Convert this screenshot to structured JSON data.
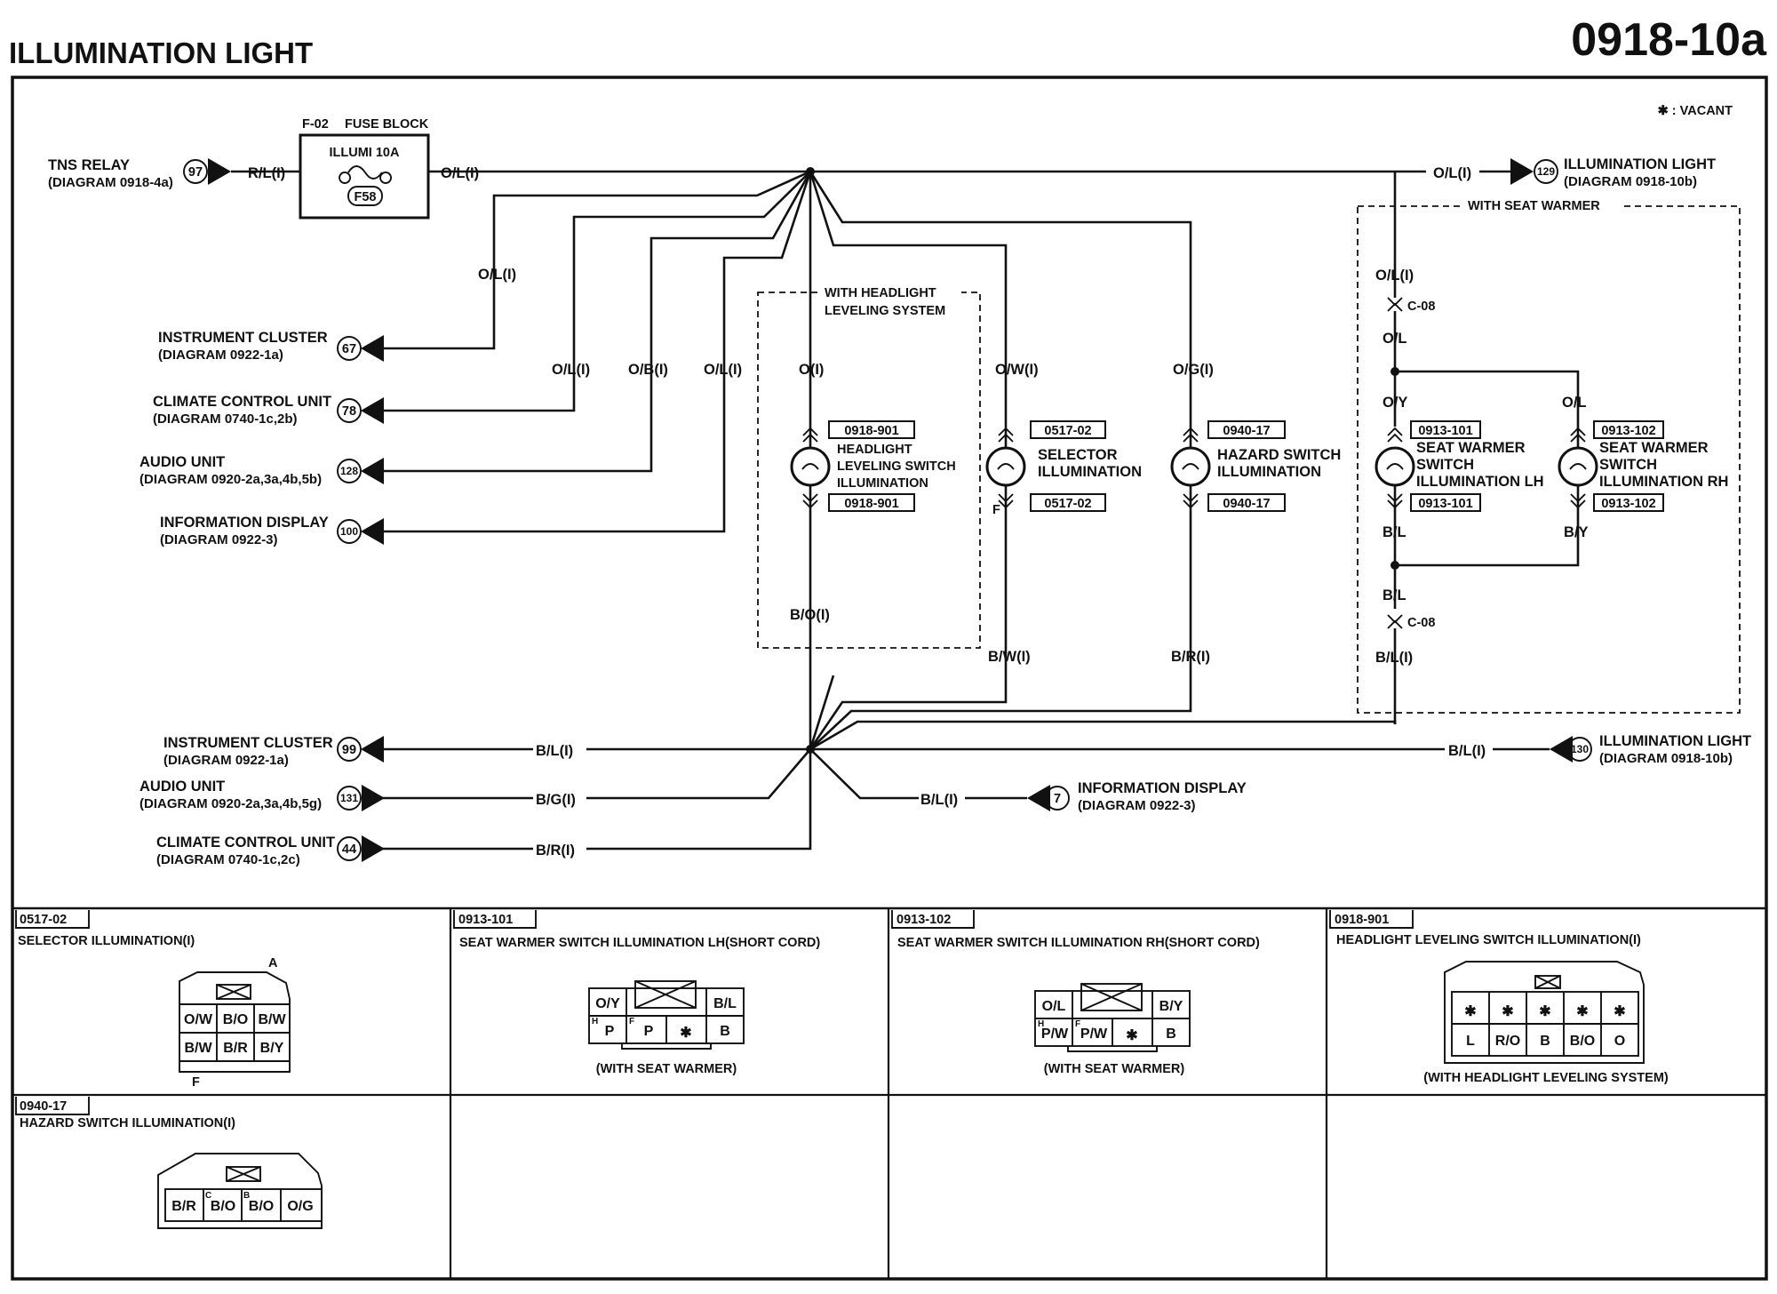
{
  "title": "ILLUMINATION LIGHT",
  "diagram_number": "0918-10a",
  "vacant_note": "✱ : VACANT",
  "fuse": {
    "id": "F-02",
    "name": "FUSE BLOCK",
    "rating": "ILLUMI 10A",
    "code": "F58"
  },
  "power_sources": [
    {
      "name": "TNS RELAY",
      "ref": "(DIAGRAM 0918-4a)",
      "terminal": "97",
      "wire": "R/L(I)"
    },
    {
      "name": "ILLUMINATION LIGHT",
      "ref": "(DIAGRAM 0918-10b)",
      "terminal": "129",
      "wire": "O/L(I)"
    }
  ],
  "wire_labels": {
    "fuse_out": "O/L(I)",
    "ic_feed": "O/L(I)",
    "ccu_feed": "O/L(I)",
    "audio_feed": "O/B(I)",
    "info_feed": "O/L(I)",
    "headlight_feed": "O(I)",
    "selector_feed": "O/W(I)",
    "hazard_feed": "O/G(I)",
    "headlight_ground": "B/O(I)",
    "selector_ground": "B/W(I)",
    "hazard_ground": "B/R(I)",
    "ic_ground": "B/L(I)",
    "audio_ground": "B/G(I)",
    "ccu_ground": "B/R(I)",
    "info_ground": "B/L(I)",
    "illum_ground": "B/L(I)",
    "seat_feed_top": "O/L(I)",
    "seat_feed_mid": "O/L",
    "seat_lh_in": "O/Y",
    "seat_rh_in": "O/L",
    "seat_lh_out": "B/L",
    "seat_rh_out": "B/Y",
    "seat_gnd_mid": "B/L",
    "seat_gnd_bot": "B/L(I)"
  },
  "outputs": [
    {
      "name": "INSTRUMENT CLUSTER",
      "ref": "(DIAGRAM 0922-1a)",
      "terminal": "67"
    },
    {
      "name": "CLIMATE CONTROL UNIT",
      "ref": "(DIAGRAM 0740-1c,2b)",
      "terminal": "78"
    },
    {
      "name": "AUDIO UNIT",
      "ref": "(DIAGRAM 0920-2a,3a,4b,5b)",
      "terminal": "128"
    },
    {
      "name": "INFORMATION DISPLAY",
      "ref": "(DIAGRAM 0922-3)",
      "terminal": "100"
    }
  ],
  "grounds": [
    {
      "name": "INSTRUMENT CLUSTER",
      "ref": "(DIAGRAM 0922-1a)",
      "terminal": "99"
    },
    {
      "name": "AUDIO UNIT",
      "ref": "(DIAGRAM 0920-2a,3a,4b,5g)",
      "terminal": "131"
    },
    {
      "name": "CLIMATE CONTROL UNIT",
      "ref": "(DIAGRAM 0740-1c,2c)",
      "terminal": "44"
    },
    {
      "name": "INFORMATION DISPLAY",
      "ref": "(DIAGRAM 0922-3)",
      "terminal": "7"
    },
    {
      "name": "ILLUMINATION LIGHT",
      "ref": "(DIAGRAM 0918-10b)",
      "terminal": "130"
    }
  ],
  "groups": {
    "headlight": [
      "WITH HEADLIGHT",
      "LEVELING SYSTEM"
    ],
    "seat": "WITH SEAT WARMER"
  },
  "connector_refs": {
    "c08": "C-08",
    "c08b": "C-08"
  },
  "components": {
    "headlight": {
      "conn": "0918-901",
      "conn2": "0918-901",
      "lines": [
        "HEADLIGHT",
        "LEVELING SWITCH",
        "ILLUMINATION"
      ]
    },
    "selector": {
      "conn": "0517-02",
      "conn2": "0517-02",
      "lines": [
        "SELECTOR",
        "ILLUMINATION"
      ],
      "pin_mark": "F"
    },
    "hazard": {
      "conn": "0940-17",
      "conn2": "0940-17",
      "lines": [
        "HAZARD SWITCH",
        "ILLUMINATION"
      ]
    },
    "seat_lh": {
      "conn": "0913-101",
      "conn2": "0913-101",
      "lines": [
        "SEAT WARMER",
        "SWITCH",
        "ILLUMINATION LH"
      ]
    },
    "seat_rh": {
      "conn": "0913-102",
      "conn2": "0913-102",
      "lines": [
        "SEAT WARMER",
        "SWITCH",
        "ILLUMINATION RH"
      ]
    }
  },
  "connector_views": [
    {
      "id": "0517-02",
      "title": "SELECTOR ILLUMINATION(I)",
      "mark_top": "A",
      "mark_bottom": "F",
      "pins": [
        "O/W",
        "B/O",
        "B/W",
        "B/W",
        "B/R",
        "B/Y"
      ]
    },
    {
      "id": "0913-101",
      "title": "SEAT WARMER SWITCH ILLUMINATION LH(SHORT CORD)",
      "note": "(WITH SEAT WARMER)",
      "pins": [
        "O/Y",
        "B/L",
        "P",
        "P",
        "✱",
        "B"
      ],
      "marks": [
        "H",
        "F"
      ]
    },
    {
      "id": "0913-102",
      "title": "SEAT WARMER SWITCH ILLUMINATION RH(SHORT CORD)",
      "note": "(WITH SEAT WARMER)",
      "pins": [
        "O/L",
        "B/Y",
        "P/W",
        "P/W",
        "✱",
        "B"
      ],
      "marks": [
        "H",
        "F"
      ]
    },
    {
      "id": "0918-901",
      "title": "HEADLIGHT LEVELING SWITCH ILLUMINATION(I)",
      "note": "(WITH HEADLIGHT LEVELING SYSTEM)",
      "pins": [
        "✱",
        "✱",
        "✱",
        "✱",
        "✱",
        "L",
        "R/O",
        "B",
        "B/O",
        "O"
      ]
    },
    {
      "id": "0940-17",
      "title": "HAZARD SWITCH ILLUMINATION(I)",
      "pins": [
        "B/R",
        "B/O",
        "B/O",
        "O/G"
      ],
      "marks": [
        "C",
        "B"
      ]
    }
  ]
}
